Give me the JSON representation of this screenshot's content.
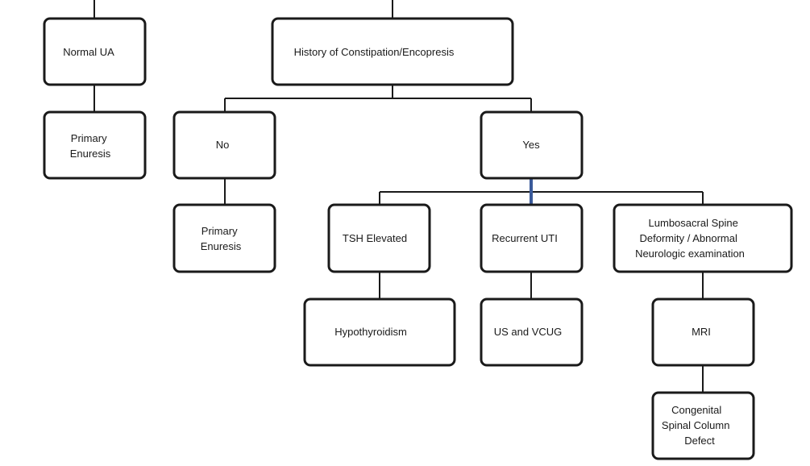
{
  "diagram": {
    "nodes": {
      "normal_ua": {
        "lines": [
          "Normal UA"
        ]
      },
      "primary_enuresis_left": {
        "lines": [
          "Primary",
          "Enuresis"
        ]
      },
      "history": {
        "lines": [
          "History of Constipation/Encopresis"
        ]
      },
      "no": {
        "lines": [
          "No"
        ]
      },
      "primary_enuresis_no": {
        "lines": [
          "Primary",
          "Enuresis"
        ]
      },
      "yes": {
        "lines": [
          "Yes"
        ]
      },
      "tsh_elevated": {
        "lines": [
          "TSH Elevated"
        ]
      },
      "hypothyroidism": {
        "lines": [
          "Hypothyroidism"
        ]
      },
      "recurrent_uti": {
        "lines": [
          "Recurrent UTI"
        ]
      },
      "us_vcug": {
        "lines": [
          "US and VCUG"
        ]
      },
      "lumbosacral": {
        "lines": [
          "Lumbosacral Spine",
          "Deformity / Abnormal",
          "Neurologic examination"
        ]
      },
      "mri": {
        "lines": [
          "MRI"
        ]
      },
      "congenital": {
        "lines": [
          "Congenital",
          "Spinal Column",
          "Defect"
        ]
      }
    },
    "colors": {
      "stroke": "#1a1a1a",
      "accent_connector": "#3a5a9a"
    }
  }
}
